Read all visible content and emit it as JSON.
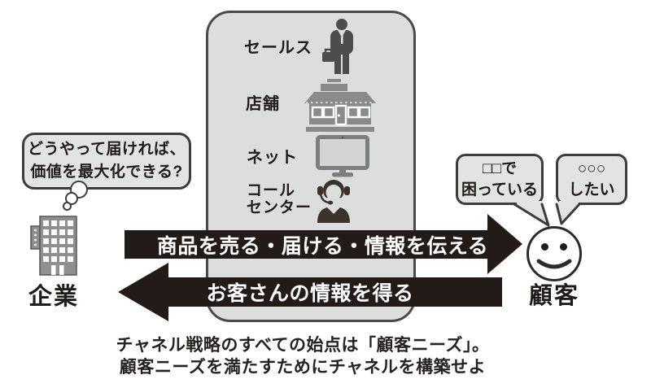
{
  "channel_panel": {
    "channels": [
      {
        "label": "セールス",
        "icon": "businessman-icon"
      },
      {
        "label": "店舗",
        "icon": "store-icon"
      },
      {
        "label": "ネット",
        "icon": "monitor-icon"
      },
      {
        "label_line1": "コール",
        "label_line2": "センター",
        "icon": "headset-operator-icon"
      }
    ]
  },
  "company": {
    "label": "企業",
    "thought_bubble": {
      "line1": "どうやって届ければ、",
      "line2": "価値を最大化できる?"
    }
  },
  "customer": {
    "label": "顧客",
    "speech_bubble_problem": {
      "line1": "□□で",
      "line2": "困っている"
    },
    "speech_bubble_want": {
      "line1": "○○○",
      "line2": "したい"
    }
  },
  "flows": {
    "company_to_customer": "商品を売る・届ける・情報を伝える",
    "customer_to_company": "お客さんの情報を得る"
  },
  "caption": {
    "line1": "チャネル戦略のすべての始点は「顧客ニーズ」。",
    "line2": "顧客ニーズを満たすためにチャネルを構築せよ"
  },
  "colors": {
    "arrow_black": "#221b17",
    "panel_fill": "#dcdddd",
    "panel_border": "#4a4a4a",
    "bubble_fill": "#e2e3e3",
    "bubble_border": "#3c3c3c",
    "icon_gray": "#8a8a8a",
    "icon_dark": "#4d4d4d",
    "text_black": "#262220"
  }
}
